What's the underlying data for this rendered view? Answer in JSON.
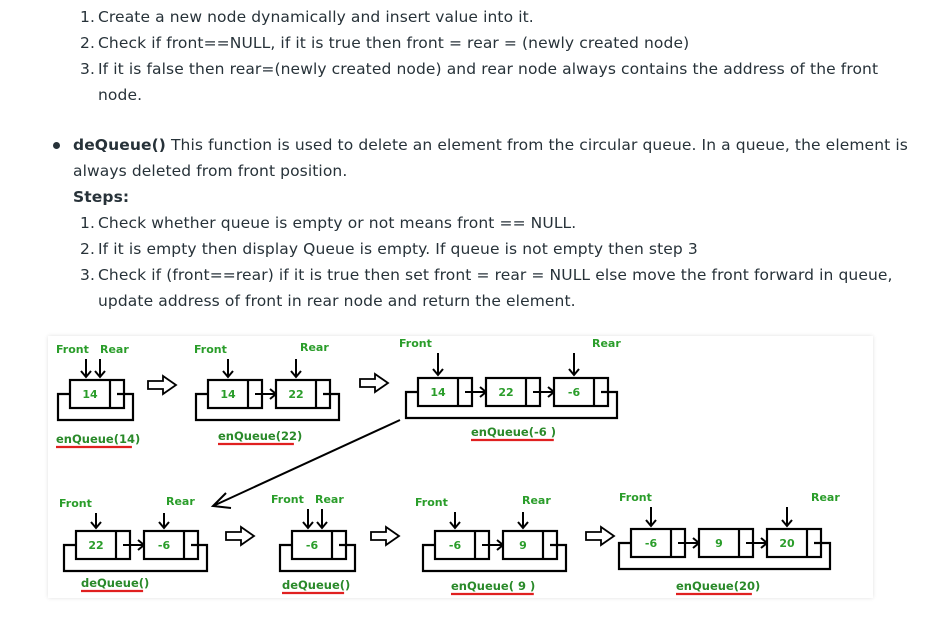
{
  "enqueue_steps": [
    {
      "num": "1.",
      "text": "Create a new node dynamically and insert value into it."
    },
    {
      "num": "2.",
      "text": "Check if front==NULL, if it is true then front = rear = (newly created node)"
    },
    {
      "num": "3.",
      "text": "If it is false then rear=(newly created node) and rear node always contains the address of the front",
      "cont": "node."
    }
  ],
  "dequeue": {
    "func_name": "deQueue()",
    "desc_line1": " This function is used to delete an element from the circular queue. In a queue, the element is",
    "desc_line2": "always deleted from front position.",
    "steps_label": "Steps:",
    "steps": [
      {
        "num": "1.",
        "text": "Check whether queue is empty or not means front == NULL."
      },
      {
        "num": "2.",
        "text": "If it is empty then display Queue is empty. If queue is not empty then step 3"
      },
      {
        "num": "3.",
        "text": "Check if (front==rear) if it is true then set front = rear = NULL else move the front forward in queue,",
        "cont": "update address of front in rear node and return the element."
      }
    ]
  },
  "diagram": {
    "front_label": "Front",
    "rear_label": "Rear",
    "colors": {
      "label_green": "#2a9d2a",
      "underline_red": "#e02020",
      "stroke": "#000000"
    },
    "panels": [
      {
        "op": "enQueue(14)",
        "values": [
          "14"
        ]
      },
      {
        "op": "enQueue(22)",
        "values": [
          "14",
          "22"
        ]
      },
      {
        "op": "enQueue(-6 )",
        "values": [
          "14",
          "22",
          "-6"
        ]
      },
      {
        "op": "deQueue()",
        "values": [
          "22",
          "-6"
        ]
      },
      {
        "op": "deQueue()",
        "values": [
          "-6"
        ]
      },
      {
        "op": "enQueue( 9 )",
        "values": [
          "-6",
          "9"
        ]
      },
      {
        "op": "enQueue(20)",
        "values": [
          "-6",
          "9",
          "20"
        ]
      }
    ]
  }
}
